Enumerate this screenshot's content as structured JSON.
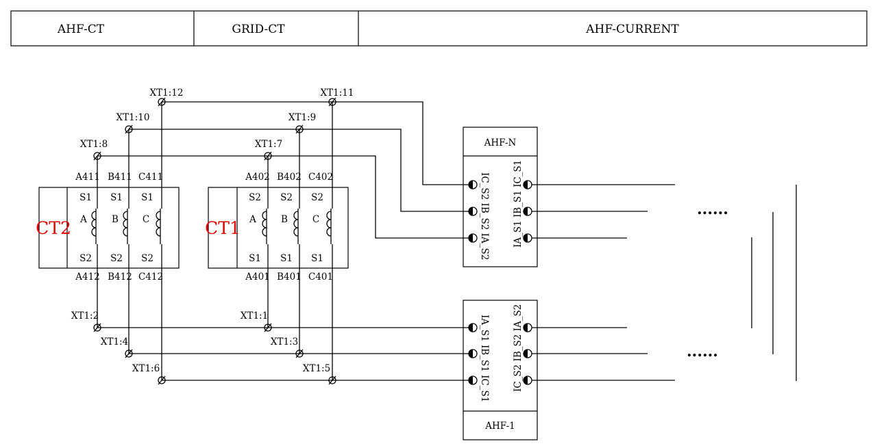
{
  "header": {
    "cells": [
      "AHF-CT",
      "GRID-CT",
      "AHF-CURRENT"
    ]
  },
  "ct2": {
    "title": "CT2",
    "top_labels": [
      "A411",
      "B411",
      "C411"
    ],
    "top_terms": [
      "S1",
      "S1",
      "S1"
    ],
    "coils": [
      "A",
      "B",
      "C"
    ],
    "bot_terms": [
      "S2",
      "S2",
      "S2"
    ],
    "bot_labels": [
      "A412",
      "B412",
      "C412"
    ]
  },
  "ct1": {
    "title": "CT1",
    "top_labels": [
      "A402",
      "B402",
      "C402"
    ],
    "top_terms": [
      "S2",
      "S2",
      "S2"
    ],
    "coils": [
      "A",
      "B",
      "C"
    ],
    "bot_terms": [
      "S1",
      "S1",
      "S1"
    ],
    "bot_labels": [
      "A401",
      "B401",
      "C401"
    ]
  },
  "terminals": {
    "t12": "XT1:12",
    "t11": "XT1:11",
    "t10": "XT1:10",
    "t9": "XT1:9",
    "t8": "XT1:8",
    "t7": "XT1:7",
    "t2": "XT1:2",
    "t1": "XT1:1",
    "t4": "XT1:4",
    "t3": "XT1:3",
    "t6": "XT1:6",
    "t5": "XT1:5"
  },
  "ahf_n": {
    "title": "AHF-N",
    "left_col": "IC_S2 IB_S2 IA_S2",
    "right_col": "IA_S1 IB_S1 IC_S1"
  },
  "ahf_1": {
    "title": "AHF-1",
    "left_col": "IA_S1 IB_S1 IC_S1",
    "right_col": "IC_S2 IB_S2 IA_S2"
  },
  "ellipsis": {
    "upper": "......",
    "lower": "......"
  }
}
